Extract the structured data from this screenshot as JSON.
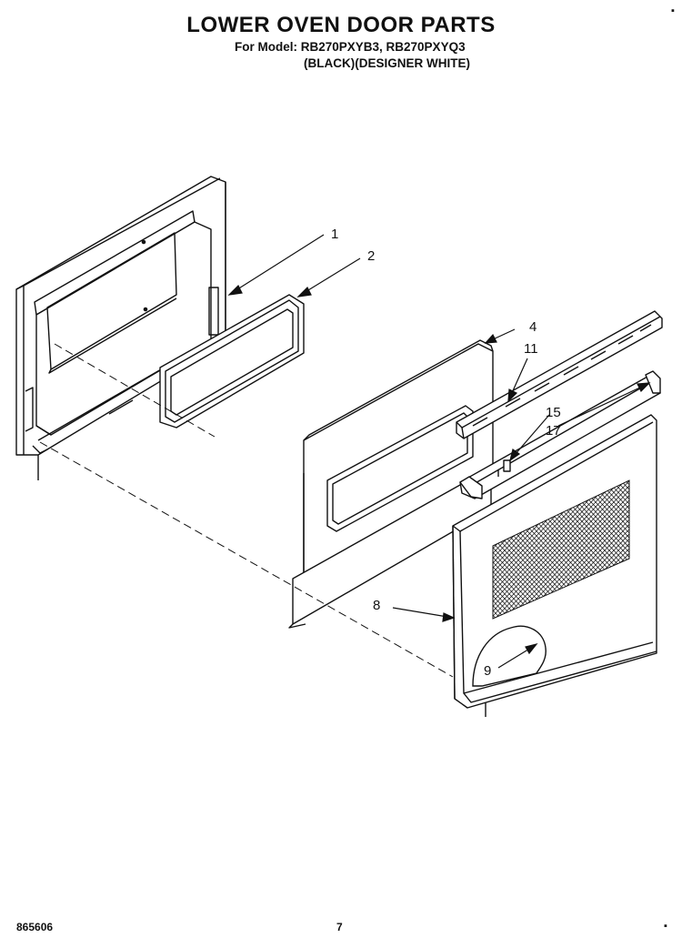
{
  "header": {
    "title": "LOWER OVEN DOOR PARTS",
    "model_line": "For Model: RB270PXYB3, RB270PXYQ3",
    "variant_line": "(BLACK)(DESIGNER WHITE)"
  },
  "callouts": [
    "1",
    "2",
    "4",
    "11",
    "15",
    "17",
    "8",
    "9"
  ],
  "footer": {
    "code": "865606",
    "page": "7"
  },
  "colors": {
    "ink": "#111111",
    "background": "#ffffff"
  }
}
